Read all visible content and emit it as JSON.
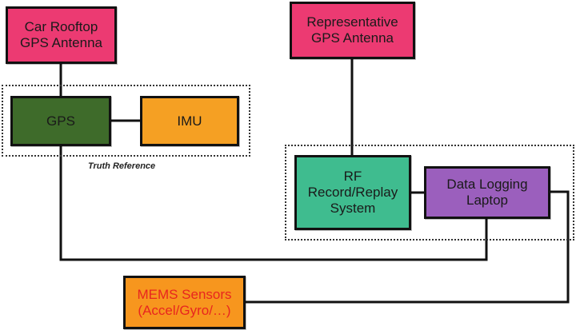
{
  "diagram": {
    "nodes": {
      "car_rooftop_antenna": {
        "label": "Car Rooftop\nGPS Antenna",
        "fill": "#ec3a72"
      },
      "gps": {
        "label": "GPS",
        "fill": "#3e6b2a"
      },
      "imu": {
        "label": "IMU",
        "fill": "#f5a023"
      },
      "representative_antenna": {
        "label": "Representative\nGPS Antenna",
        "fill": "#ec3a72"
      },
      "rf_record_replay": {
        "label": "RF\nRecord/Replay\nSystem",
        "fill": "#3fbc8f"
      },
      "data_logging_laptop": {
        "label": "Data Logging\nLaptop",
        "fill": "#9b5fbd"
      },
      "mems_sensors": {
        "label": "MEMS Sensors\n(Accel/Gyro/…)",
        "fill": "#f7961e",
        "text_color": "#e8261f"
      }
    },
    "groups": {
      "truth_reference": {
        "caption": "Truth Reference"
      }
    },
    "edges": [
      {
        "from": "car_rooftop_antenna",
        "to": "gps"
      },
      {
        "from": "gps",
        "to": "imu"
      },
      {
        "from": "gps",
        "to": "data_logging_laptop"
      },
      {
        "from": "representative_antenna",
        "to": "rf_record_replay"
      },
      {
        "from": "rf_record_replay",
        "to": "data_logging_laptop"
      },
      {
        "from": "mems_sensors",
        "to": "data_logging_laptop"
      }
    ]
  }
}
